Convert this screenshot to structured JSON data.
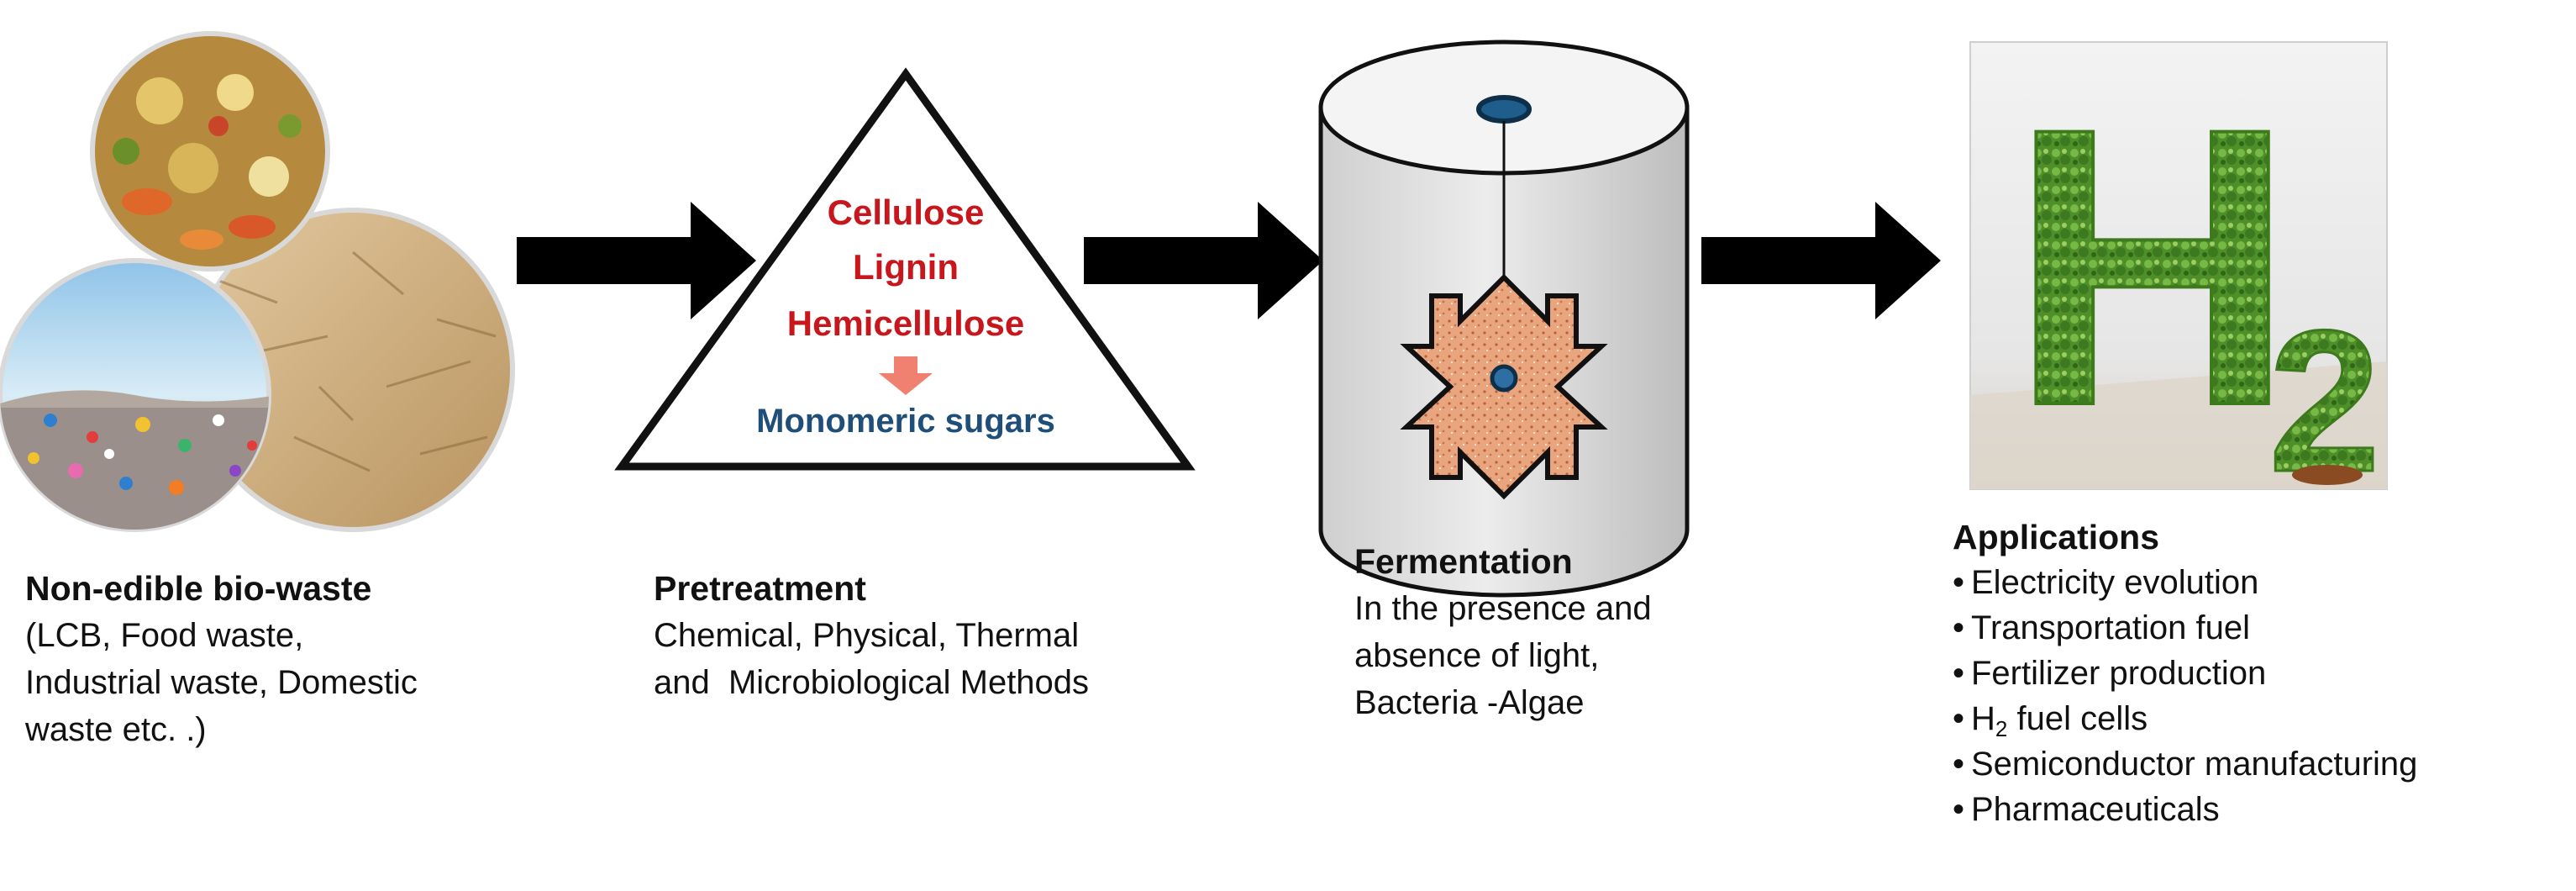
{
  "stages": {
    "biowaste": {
      "title": "Non-edible bio-waste",
      "lines": [
        "(LCB, Food waste,",
        "Industrial waste, Domestic",
        "waste etc. .)"
      ]
    },
    "pretreatment": {
      "title": "Pretreatment",
      "lines": [
        "Chemical, Physical, Thermal",
        "and  Microbiological Methods"
      ]
    },
    "fermentation": {
      "title": "Fermentation",
      "lines": [
        "In the presence and",
        "absence of light,",
        "Bacteria -Algae"
      ]
    },
    "applications": {
      "title": "Applications",
      "items": [
        {
          "pre": "Electricity evolution"
        },
        {
          "pre": "Transportation fuel"
        },
        {
          "pre": "Fertilizer production"
        },
        {
          "pre": "H",
          "sub": "2",
          "post": " fuel cells"
        },
        {
          "pre": "Semiconductor manufacturing"
        },
        {
          "pre": "Pharmaceuticals"
        }
      ]
    }
  },
  "triangle": {
    "components": [
      "Cellulose",
      "Lignin",
      "Hemicellulose"
    ],
    "product": "Monomeric sugars"
  },
  "h2_image": {
    "letter": "H",
    "subscript": "2"
  },
  "colors": {
    "component_text": "#c8161d",
    "product_text": "#1f4e79",
    "down_arrow": "#f08070",
    "flow_arrow": "#000000",
    "reactor_body": "#e4e4e4",
    "impeller_fill": "#e9a57e",
    "hub_fill": "#2e6fa3",
    "foliage": "#4f8f2a"
  }
}
